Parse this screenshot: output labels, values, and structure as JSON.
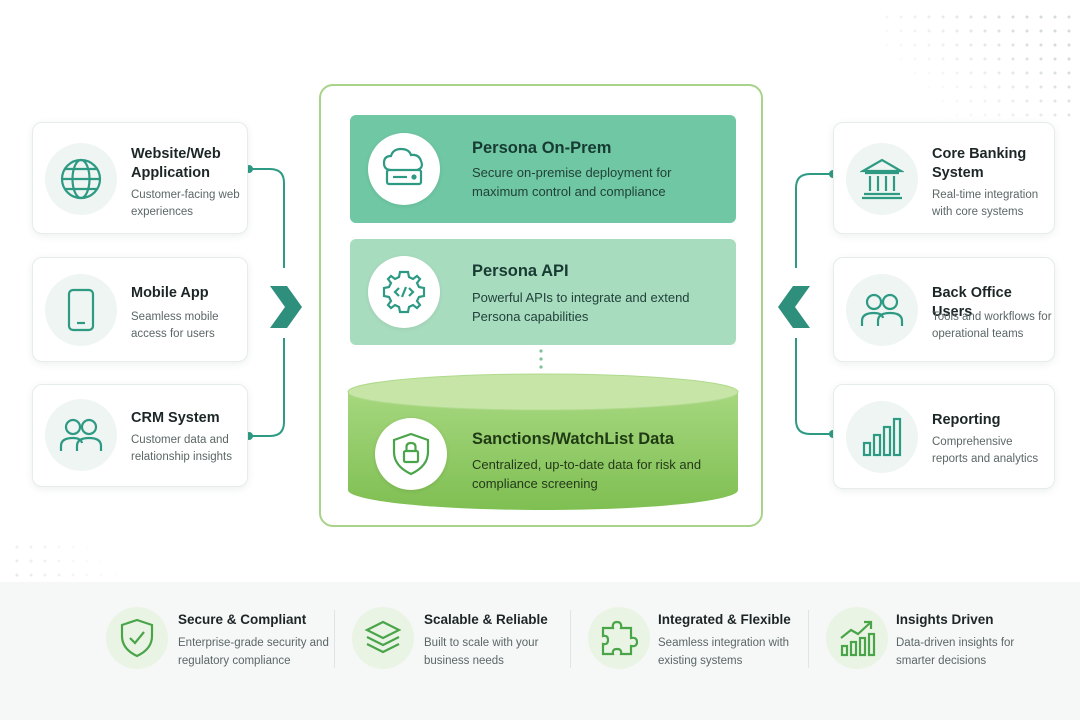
{
  "left_cards": [
    {
      "title": "Website/Web Application",
      "desc": "Customer-facing web experiences",
      "icon": "globe-icon"
    },
    {
      "title": "Mobile App",
      "desc": "Seamless mobile access for users",
      "icon": "mobile-phone-icon"
    },
    {
      "title": "CRM System",
      "desc": "Customer data and relationship insights",
      "icon": "users-icon"
    }
  ],
  "right_cards": [
    {
      "title": "Core Banking System",
      "desc": "Real-time integration with core systems",
      "icon": "bank-icon"
    },
    {
      "title": "Back Office Users",
      "desc": "Tools and workflows for operational teams",
      "icon": "users-icon"
    },
    {
      "title": "Reporting",
      "desc": "Comprehensive reports and analytics",
      "icon": "bar-chart-icon"
    }
  ],
  "center": {
    "on_prem": {
      "title": "Persona On-Prem",
      "desc": "Secure on-premise deployment for maximum control and compliance",
      "icon": "cloud-server-icon"
    },
    "api": {
      "title": "Persona API",
      "desc": "Powerful APIs to integrate and extend Persona capabilities",
      "icon": "gear-code-icon"
    },
    "data": {
      "title": "Sanctions/WatchList Data",
      "desc": "Centralized, up-to-date data for risk and compliance screening",
      "icon": "shield-lock-icon"
    }
  },
  "features": [
    {
      "title": "Secure & Compliant",
      "desc": "Enterprise-grade security and regulatory compliance",
      "icon": "shield-check-icon"
    },
    {
      "title": "Scalable & Reliable",
      "desc": "Built to scale with your business needs",
      "icon": "layers-icon"
    },
    {
      "title": "Integrated & Flexible",
      "desc": "Seamless integration with existing systems",
      "icon": "puzzle-icon"
    },
    {
      "title": "Insights Driven",
      "desc": "Data-driven insights for smarter decisions",
      "icon": "trend-chart-icon"
    }
  ],
  "colors": {
    "teal": "#2e9a84",
    "on_prem_panel": "#6fc7a3",
    "api_panel": "#a8dcbf",
    "cylinder": "#8cc765",
    "frame_border": "#a7d38a",
    "feature_green": "#4aa54a"
  }
}
